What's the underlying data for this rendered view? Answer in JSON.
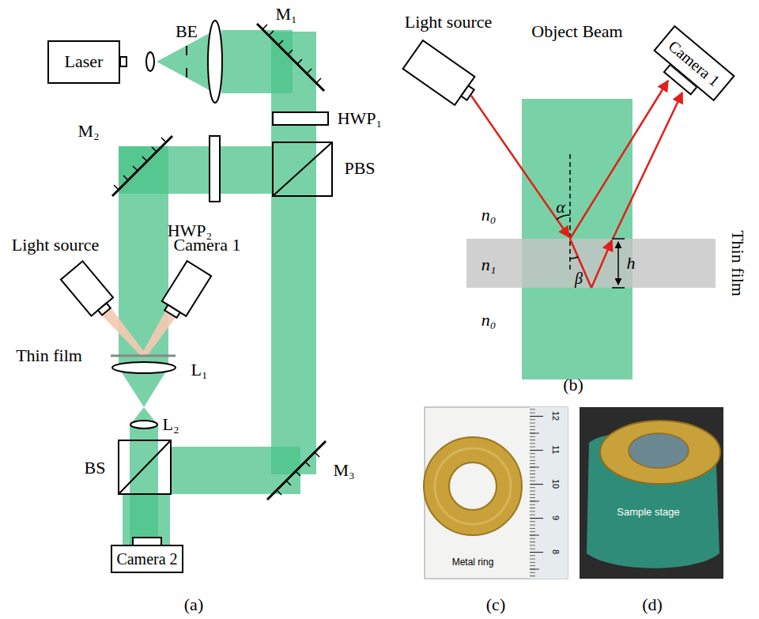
{
  "diagram": {
    "nodes": [
      {
        "text": [
          "Laser"
        ]
      },
      {
        "text": [
          "Camera 2"
        ]
      },
      {
        "text": [
          "Camera 1"
        ]
      }
    ],
    "labels": [
      "BE",
      "M₁",
      "HWP₁",
      "PBS",
      "M₂",
      "HWP₂",
      "Light source",
      "Camera 1",
      "Thin film",
      "L₁",
      "L₂",
      "BS",
      "M₃",
      "(a)",
      "Light source",
      "Object Beam",
      "n₀",
      "α",
      "n₁",
      "β",
      "h",
      "n₀",
      "Thin film",
      "(b)",
      "12",
      "11",
      "10",
      "9",
      "8",
      "Metal ring",
      "(c)",
      "Sample stage",
      "(d)"
    ]
  }
}
